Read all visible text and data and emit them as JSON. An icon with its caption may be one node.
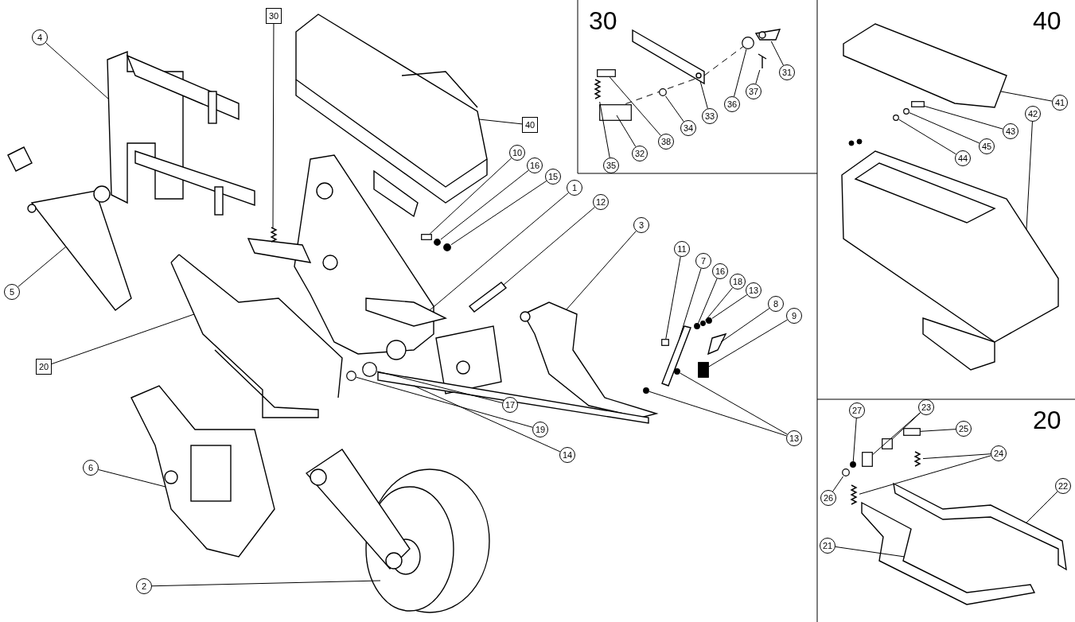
{
  "diagram": {
    "nodes": [
      {
        "text": [
          "4"
        ]
      },
      {
        "text": [
          "5"
        ]
      },
      {
        "text": [
          "30"
        ]
      },
      {
        "text": [
          "40"
        ]
      },
      {
        "text": [
          "10"
        ]
      },
      {
        "text": [
          "16"
        ]
      },
      {
        "text": [
          "15"
        ]
      },
      {
        "text": [
          "1"
        ]
      },
      {
        "text": [
          "12"
        ]
      },
      {
        "text": [
          "3"
        ]
      },
      {
        "text": [
          "11"
        ]
      },
      {
        "text": [
          "7"
        ]
      },
      {
        "text": [
          "16"
        ]
      },
      {
        "text": [
          "18"
        ]
      },
      {
        "text": [
          "13"
        ]
      },
      {
        "text": [
          "8"
        ]
      },
      {
        "text": [
          "9"
        ]
      },
      {
        "text": [
          "13"
        ]
      },
      {
        "text": [
          "17"
        ]
      },
      {
        "text": [
          "19"
        ]
      },
      {
        "text": [
          "14"
        ]
      },
      {
        "text": [
          "20"
        ]
      },
      {
        "text": [
          "6"
        ]
      },
      {
        "text": [
          "2"
        ]
      },
      {
        "text": [
          "31"
        ]
      },
      {
        "text": [
          "37"
        ]
      },
      {
        "text": [
          "36"
        ]
      },
      {
        "text": [
          "33"
        ]
      },
      {
        "text": [
          "34"
        ]
      },
      {
        "text": [
          "38"
        ]
      },
      {
        "text": [
          "32"
        ]
      },
      {
        "text": [
          "35"
        ]
      },
      {
        "text": [
          "41"
        ]
      },
      {
        "text": [
          "43"
        ]
      },
      {
        "text": [
          "42"
        ]
      },
      {
        "text": [
          "45"
        ]
      },
      {
        "text": [
          "44"
        ]
      },
      {
        "text": [
          "27"
        ]
      },
      {
        "text": [
          "23"
        ]
      },
      {
        "text": [
          "25"
        ]
      },
      {
        "text": [
          "24"
        ]
      },
      {
        "text": [
          "26"
        ]
      },
      {
        "text": [
          "22"
        ]
      },
      {
        "text": [
          "21"
        ]
      },
      {
        "text": [],
        "shape": "picture"
      },
      {
        "text": [],
        "shape": "picture"
      },
      {
        "text": [],
        "shape": "picture"
      },
      {
        "text": [],
        "shape": "picture"
      },
      {
        "text": [],
        "shape": "box"
      },
      {
        "text": [],
        "shape": "circle"
      },
      {
        "text": [],
        "shape": "circle"
      },
      {
        "text": [],
        "shape": "picture"
      },
      {
        "text": [],
        "shape": "picture"
      },
      {
        "text": [],
        "shape": "picture"
      },
      {
        "text": [],
        "shape": "box"
      },
      {
        "text": [],
        "shape": "picture"
      },
      {
        "text": [],
        "shape": "circle"
      },
      {
        "text": [],
        "shape": "circle"
      },
      {
        "text": [],
        "shape": "circle"
      },
      {
        "text": [],
        "shape": "picture"
      },
      {
        "text": [],
        "shape": "box"
      },
      {
        "text": [],
        "shape": "circle"
      },
      {
        "text": [],
        "shape": "circle"
      },
      {
        "text": [],
        "shape": "circle"
      },
      {
        "text": [],
        "shape": "circle"
      },
      {
        "text": [],
        "shape": "picture"
      },
      {
        "text": [],
        "shape": "picture"
      },
      {
        "text": [],
        "shape": "picture"
      },
      {
        "text": [],
        "shape": "picture"
      },
      {
        "text": [],
        "shape": "picture"
      },
      {
        "text": [],
        "shape": "picture"
      },
      {
        "text": [],
        "shape": "circle"
      },
      {
        "text": [],
        "shape": "picture"
      },
      {
        "text": [],
        "shape": "circle"
      },
      {
        "text": [],
        "shape": "box"
      },
      {
        "text": [],
        "shape": "box"
      },
      {
        "text": [],
        "shape": "picture"
      },
      {
        "text": [],
        "shape": "picture"
      },
      {
        "text": [],
        "shape": "box"
      },
      {
        "text": [],
        "shape": "picture"
      },
      {
        "text": [],
        "shape": "circle"
      },
      {
        "text": [],
        "shape": "circle"
      },
      {
        "text": [],
        "shape": "circle"
      },
      {
        "text": [],
        "shape": "box"
      },
      {
        "text": [],
        "shape": "box"
      },
      {
        "text": [],
        "shape": "box"
      },
      {
        "text": [],
        "shape": "picture"
      },
      {
        "text": [],
        "shape": "picture"
      },
      {
        "text": [],
        "shape": "circle"
      },
      {
        "text": [],
        "shape": "picture"
      },
      {
        "text": [],
        "shape": "picture"
      },
      {
        "text": [],
        "shape": "picture"
      }
    ],
    "edges": [
      {
        "from": 0,
        "to": 44,
        "arrow": "none"
      },
      {
        "from": 1,
        "to": 45,
        "arrow": "none"
      },
      {
        "from": 2,
        "to": 46,
        "arrow": "none"
      },
      {
        "from": 3,
        "to": 47,
        "arrow": "none"
      },
      {
        "from": 4,
        "to": 48,
        "arrow": "none"
      },
      {
        "from": 5,
        "to": 49,
        "arrow": "none"
      },
      {
        "from": 6,
        "to": 50,
        "arrow": "none"
      },
      {
        "from": 7,
        "to": 51,
        "arrow": "none"
      },
      {
        "from": 8,
        "to": 52,
        "arrow": "none"
      },
      {
        "from": 9,
        "to": 53,
        "arrow": "none"
      },
      {
        "from": 10,
        "to": 54,
        "arrow": "none"
      },
      {
        "from": 11,
        "to": 55,
        "arrow": "none"
      },
      {
        "from": 12,
        "to": 56,
        "arrow": "none"
      },
      {
        "from": 13,
        "to": 57,
        "arrow": "none"
      },
      {
        "from": 14,
        "to": 58,
        "arrow": "none"
      },
      {
        "from": 15,
        "to": 59,
        "arrow": "none"
      },
      {
        "from": 16,
        "to": 60,
        "arrow": "none"
      },
      {
        "from": 17,
        "to": 61,
        "arrow": "none"
      },
      {
        "from": 17,
        "to": 62,
        "arrow": "none"
      },
      {
        "from": 18,
        "to": 63,
        "arrow": "none"
      },
      {
        "from": 19,
        "to": 64,
        "arrow": "none"
      },
      {
        "from": 20,
        "to": 65,
        "arrow": "none"
      },
      {
        "from": 21,
        "to": 66,
        "arrow": "none"
      },
      {
        "from": 22,
        "to": 67,
        "arrow": "none"
      },
      {
        "from": 23,
        "to": 68,
        "arrow": "none"
      },
      {
        "from": 24,
        "to": 69,
        "arrow": "none"
      },
      {
        "from": 25,
        "to": 70,
        "arrow": "none"
      },
      {
        "from": 26,
        "to": 71,
        "arrow": "none"
      },
      {
        "from": 27,
        "to": 72,
        "arrow": "none"
      },
      {
        "from": 28,
        "to": 73,
        "arrow": "none"
      },
      {
        "from": 29,
        "to": 74,
        "arrow": "none"
      },
      {
        "from": 30,
        "to": 75,
        "arrow": "none"
      },
      {
        "from": 31,
        "to": 76,
        "arrow": "none"
      },
      {
        "from": 32,
        "to": 77,
        "arrow": "none"
      },
      {
        "from": 33,
        "to": 78,
        "arrow": "none"
      },
      {
        "from": 34,
        "to": 79,
        "arrow": "none"
      },
      {
        "from": 35,
        "to": 80,
        "arrow": "none"
      },
      {
        "from": 36,
        "to": 81,
        "arrow": "none"
      },
      {
        "from": 37,
        "to": 82,
        "arrow": "none"
      },
      {
        "from": 38,
        "to": 83,
        "arrow": "none"
      },
      {
        "from": 38,
        "to": 84,
        "arrow": "none"
      },
      {
        "from": 39,
        "to": 85,
        "arrow": "none"
      },
      {
        "from": 40,
        "to": 86,
        "arrow": "none"
      },
      {
        "from": 40,
        "to": 87,
        "arrow": "none"
      },
      {
        "from": 41,
        "to": 88,
        "arrow": "none"
      },
      {
        "from": 42,
        "to": 89,
        "arrow": "none"
      },
      {
        "from": 43,
        "to": 90,
        "arrow": "none"
      }
    ],
    "labels": [
      "30",
      "40",
      "20"
    ]
  }
}
